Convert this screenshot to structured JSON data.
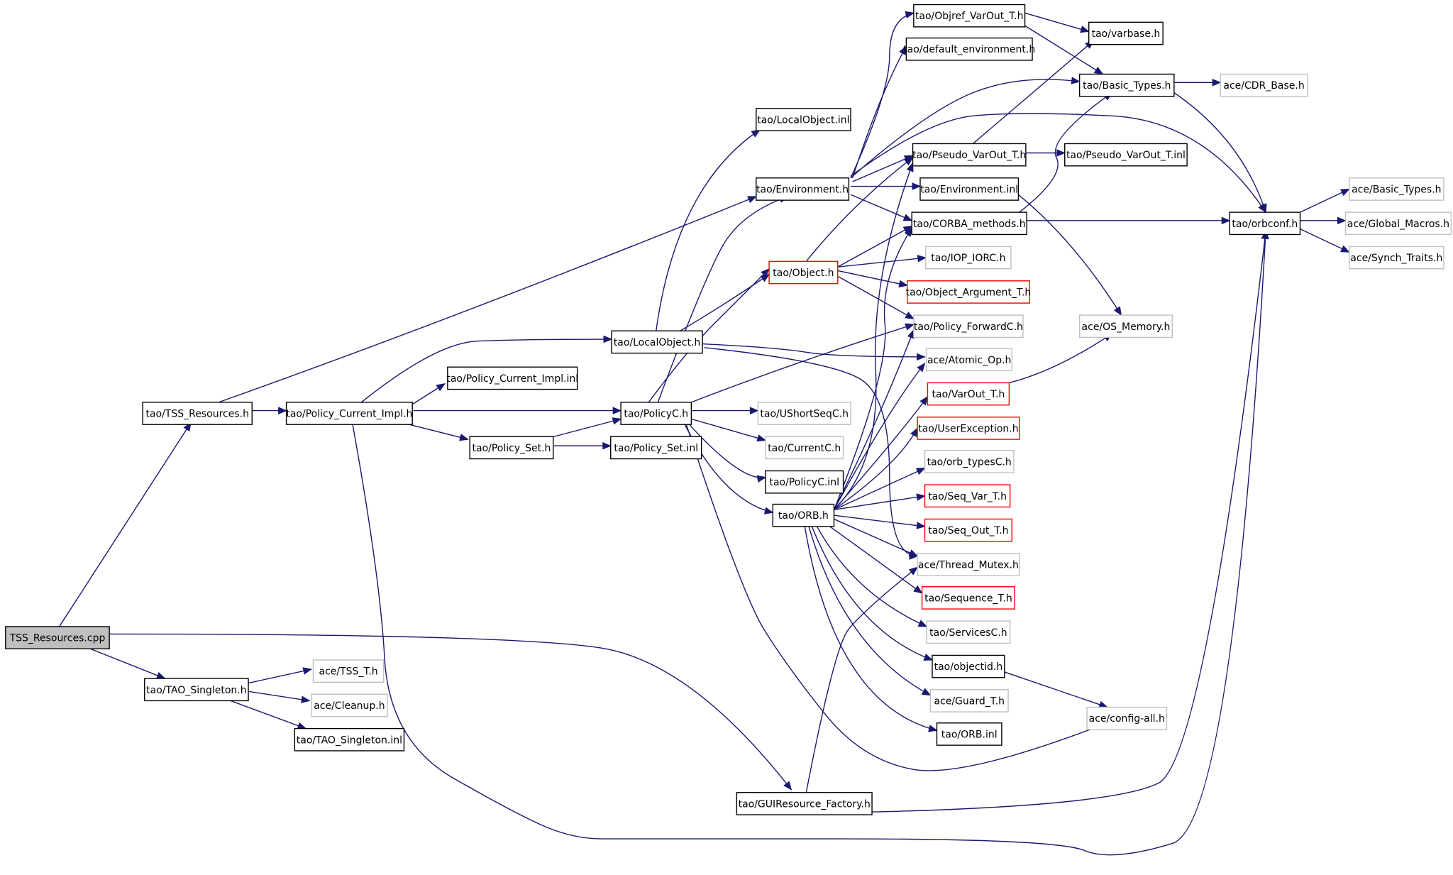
{
  "colors": {
    "edge": "#191970",
    "border_documented": "#000000",
    "border_undocumented": "#bfbfbf",
    "border_truncated": "#ff0000",
    "root_fill": "#bfbfbf",
    "node_fill": "#ffffff"
  },
  "diagram": {
    "type": "include-dependency-graph",
    "nodes": [
      {
        "id": "root",
        "label": "TSS_Resources.cpp",
        "style": "root"
      },
      {
        "id": "tss_res",
        "label": "tao/TSS_Resources.h",
        "style": "documented"
      },
      {
        "id": "tao_singleton",
        "label": "tao/TAO_Singleton.h",
        "style": "documented"
      },
      {
        "id": "ace_tss_t",
        "label": "ace/TSS_T.h",
        "style": "undocumented"
      },
      {
        "id": "ace_cleanup",
        "label": "ace/Cleanup.h",
        "style": "undocumented"
      },
      {
        "id": "tao_singleton_inl",
        "label": "tao/TAO_Singleton.inl",
        "style": "documented"
      },
      {
        "id": "policy_current_impl",
        "label": "tao/Policy_Current_Impl.h",
        "style": "documented"
      },
      {
        "id": "policy_current_impl_inl",
        "label": "tao/Policy_Current_Impl.inl",
        "style": "documented"
      },
      {
        "id": "localobject",
        "label": "tao/LocalObject.h",
        "style": "documented"
      },
      {
        "id": "localobject_inl",
        "label": "tao/LocalObject.inl",
        "style": "documented"
      },
      {
        "id": "policyc",
        "label": "tao/PolicyC.h",
        "style": "documented"
      },
      {
        "id": "policy_set",
        "label": "tao/Policy_Set.h",
        "style": "documented"
      },
      {
        "id": "policy_set_inl",
        "label": "tao/Policy_Set.inl",
        "style": "documented"
      },
      {
        "id": "environment",
        "label": "tao/Environment.h",
        "style": "documented"
      },
      {
        "id": "object",
        "label": "tao/Object.h",
        "style": "truncated"
      },
      {
        "id": "ushortseqc",
        "label": "tao/UShortSeqC.h",
        "style": "undocumented"
      },
      {
        "id": "currentc",
        "label": "tao/CurrentC.h",
        "style": "undocumented"
      },
      {
        "id": "policyc_inl",
        "label": "tao/PolicyC.inl",
        "style": "documented"
      },
      {
        "id": "orb",
        "label": "tao/ORB.h",
        "style": "documented"
      },
      {
        "id": "gui_factory",
        "label": "tao/GUIResource_Factory.h",
        "style": "documented"
      },
      {
        "id": "objref_varout",
        "label": "tao/Objref_VarOut_T.h",
        "style": "documented"
      },
      {
        "id": "default_env",
        "label": "tao/default_environment.h",
        "style": "documented"
      },
      {
        "id": "pseudo_varout",
        "label": "tao/Pseudo_VarOut_T.h",
        "style": "documented"
      },
      {
        "id": "environment_inl",
        "label": "tao/Environment.inl",
        "style": "documented"
      },
      {
        "id": "corba_methods",
        "label": "tao/CORBA_methods.h",
        "style": "documented"
      },
      {
        "id": "iop_iorc",
        "label": "tao/IOP_IORC.h",
        "style": "undocumented"
      },
      {
        "id": "object_argument",
        "label": "tao/Object_Argument_T.h",
        "style": "truncated"
      },
      {
        "id": "policy_forwardc",
        "label": "tao/Policy_ForwardC.h",
        "style": "undocumented"
      },
      {
        "id": "atomic_op",
        "label": "ace/Atomic_Op.h",
        "style": "undocumented"
      },
      {
        "id": "varout",
        "label": "tao/VarOut_T.h",
        "style": "truncated"
      },
      {
        "id": "userexception",
        "label": "tao/UserException.h",
        "style": "truncated"
      },
      {
        "id": "orb_typesc",
        "label": "tao/orb_typesC.h",
        "style": "undocumented"
      },
      {
        "id": "seq_var",
        "label": "tao/Seq_Var_T.h",
        "style": "truncated"
      },
      {
        "id": "seq_out",
        "label": "tao/Seq_Out_T.h",
        "style": "truncated"
      },
      {
        "id": "thread_mutex",
        "label": "ace/Thread_Mutex.h",
        "style": "undocumented"
      },
      {
        "id": "sequence_t",
        "label": "tao/Sequence_T.h",
        "style": "truncated"
      },
      {
        "id": "servicesc",
        "label": "tao/ServicesC.h",
        "style": "undocumented"
      },
      {
        "id": "objectid",
        "label": "tao/objectid.h",
        "style": "documented"
      },
      {
        "id": "guard_t",
        "label": "ace/Guard_T.h",
        "style": "undocumented"
      },
      {
        "id": "orb_inl",
        "label": "tao/ORB.inl",
        "style": "documented"
      },
      {
        "id": "varbase",
        "label": "tao/varbase.h",
        "style": "documented"
      },
      {
        "id": "basic_types",
        "label": "tao/Basic_Types.h",
        "style": "documented"
      },
      {
        "id": "pseudo_varout_inl",
        "label": "tao/Pseudo_VarOut_T.inl",
        "style": "documented"
      },
      {
        "id": "os_memory",
        "label": "ace/OS_Memory.h",
        "style": "undocumented"
      },
      {
        "id": "config_all",
        "label": "ace/config-all.h",
        "style": "undocumented"
      },
      {
        "id": "cdr_base",
        "label": "ace/CDR_Base.h",
        "style": "undocumented"
      },
      {
        "id": "orbconf",
        "label": "tao/orbconf.h",
        "style": "documented"
      },
      {
        "id": "ace_basic_types",
        "label": "ace/Basic_Types.h",
        "style": "undocumented"
      },
      {
        "id": "global_macros",
        "label": "ace/Global_Macros.h",
        "style": "undocumented"
      },
      {
        "id": "synch_traits",
        "label": "ace/Synch_Traits.h",
        "style": "undocumented"
      }
    ]
  }
}
